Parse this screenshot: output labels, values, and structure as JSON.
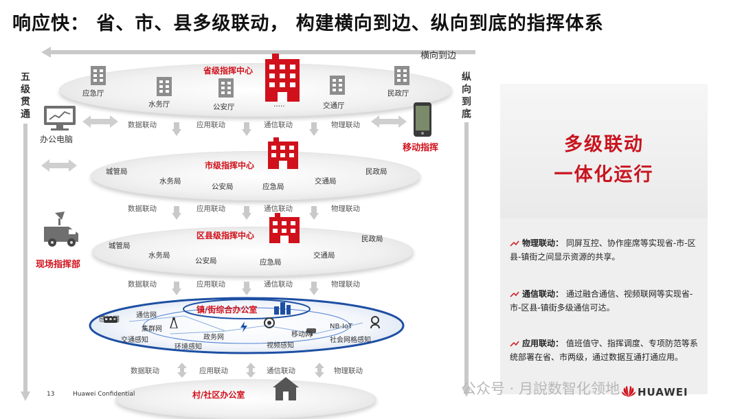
{
  "page_title": "响应快： 省、市、县多级联动， 构建横向到边、纵向到底的指挥体系",
  "axes": {
    "horizontal_label": "横向到边",
    "left_vertical_label": "五级贯通",
    "right_vertical_label": "纵向到底"
  },
  "tiers": {
    "province": {
      "label": "省级指挥中心",
      "depts": [
        "应急厅",
        "水务厅",
        "公安厅",
        ".....",
        "交通厅",
        "民政厅"
      ]
    },
    "city": {
      "label": "市级指挥中心",
      "depts": [
        "城管局",
        "水务局",
        "公安局",
        "应急局",
        "交通局",
        "民政局"
      ]
    },
    "county": {
      "label": "区县级指挥中心",
      "depts": [
        "城管局",
        "水务局",
        "公安局",
        "应急局",
        "交通局",
        "民政局"
      ]
    },
    "town": {
      "label": "镇/街综合办公室",
      "items": [
        "感知网",
        "通信网",
        "集群网",
        "交通感知",
        "环境感知",
        "政务网",
        "视频感知",
        "移动网",
        "NB-IoT",
        "社会网格感知"
      ]
    },
    "village": {
      "label": "村/社区办公室"
    }
  },
  "link_labels": [
    "数据联动",
    "应用联动",
    "通信联动",
    "物理联动"
  ],
  "side_devices": {
    "office_pc": "办公电脑",
    "mobile_command": "移动指挥",
    "field_command": "现场指挥部"
  },
  "panel": {
    "title_line1": "多级联动",
    "title_line2": "一体化运行",
    "items": [
      {
        "heading": "物理联动：",
        "text": "同屏互控、协作座席等实现省-市-区县-镇街之间显示资源的共享。"
      },
      {
        "heading": "通信联动：",
        "text": "通过融合通信、视频联网等实现省-市-区县-镇街多级通信可达。"
      },
      {
        "heading": "应用联动：",
        "text": "值班值守、指挥调度、专项防范等系统部署在省、市两级，通过数据互通打通应用。"
      }
    ]
  },
  "footer": {
    "page_number": "13",
    "confidential": "Huawei Confidential",
    "watermark": "公众号 · 月說数智化领地",
    "brand": "HUAWEI"
  },
  "colors": {
    "accent_red": "#d0111b",
    "gray_arrow": "#c9c9c9",
    "disc_edge": "#d9d9d9",
    "town_blue": "#1d4fa3"
  }
}
